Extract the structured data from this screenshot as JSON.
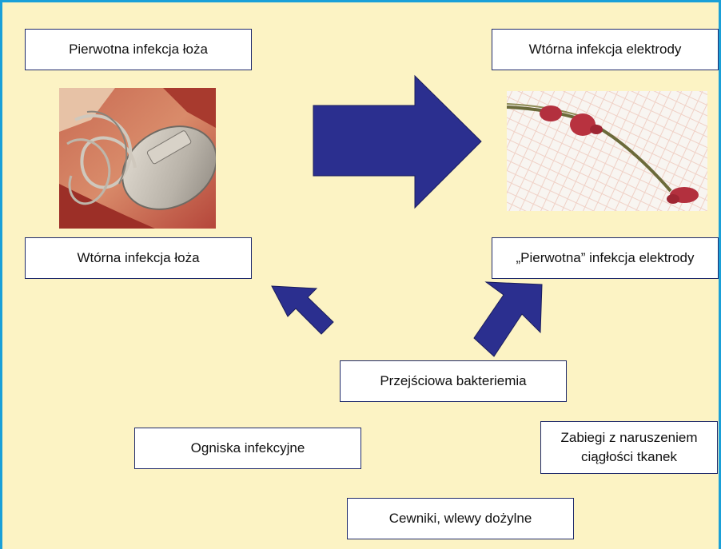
{
  "boxes": {
    "primary_pocket": "Pierwotna infekcja łoża",
    "secondary_lead": "Wtórna infekcja elektrody",
    "secondary_pocket": "Wtórna infekcja łoża",
    "primary_lead": "„Pierwotna” infekcja elektrody",
    "bacteremia": "Przejściowa bakteriemia",
    "foci": "Ogniska infekcyjne",
    "procedures": "Zabiegi z naruszeniem ciągłości tkanek",
    "catheters": "Cewniki, wlewy dożylne"
  },
  "colors": {
    "frame_border": "#1aa0d8",
    "background": "#fcf3c4",
    "arrow_fill": "#2b2f8f",
    "box_border": "#1f2a6b"
  },
  "photos": {
    "left": "pacemaker-in-pocket-photo",
    "right": "extracted-lead-photo"
  }
}
